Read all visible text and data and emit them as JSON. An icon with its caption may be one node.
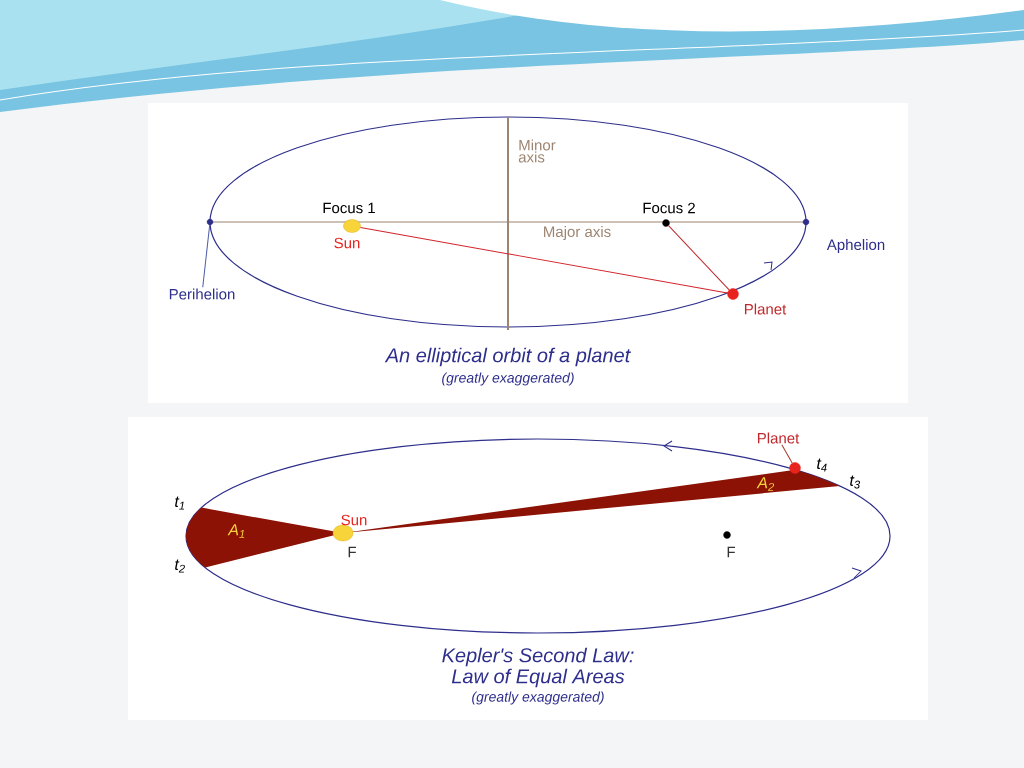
{
  "diagram": {
    "nodes": [
      {
        "text": [],
        "shape": "circle",
        "beside": [
          "Focus 1",
          "Sun"
        ]
      },
      {
        "text": [],
        "shape": "circle",
        "beside": [
          "Focus 2"
        ]
      },
      {
        "text": [],
        "shape": "circle",
        "beside": [
          "Planet"
        ]
      },
      {
        "text": [
          "Perihelion"
        ]
      },
      {
        "text": [],
        "shape": "circle"
      },
      {
        "text": [],
        "shape": "circle",
        "beside": [
          "Aphelion"
        ]
      },
      {
        "text": [
          "Planet"
        ]
      },
      {
        "text": [],
        "shape": "circle",
        "beside": [
          "t$_{4}$"
        ]
      },
      {
        "text": [],
        "shape": "circle",
        "beside": [
          "Sun",
          "F"
        ]
      },
      {
        "text": [],
        "shape": "circle",
        "beside": [
          "F"
        ]
      }
    ],
    "edges": [
      {
        "from": 0,
        "to": 2,
        "arrow": "none",
        "color": "#d2232a"
      },
      {
        "from": 1,
        "to": 2,
        "arrow": "none",
        "color": "#c0282c"
      },
      {
        "from": 3,
        "to": 4,
        "arrow": "none",
        "color": "#4a5aa8"
      },
      {
        "from": 6,
        "to": 7,
        "arrow": "none",
        "color": "#a33a2a"
      }
    ],
    "labels": [
      "Minor axis",
      "Major axis",
      "An elliptical orbit of a planet",
      "(greatly exaggerated)",
      "t$_{1}$",
      "t$_{2}$",
      "t$_{3}$",
      "A$_{1}$",
      "A$_{2}$",
      "Kepler's Second Law:",
      "Law of Equal Areas",
      "(greatly exaggerated)"
    ]
  }
}
